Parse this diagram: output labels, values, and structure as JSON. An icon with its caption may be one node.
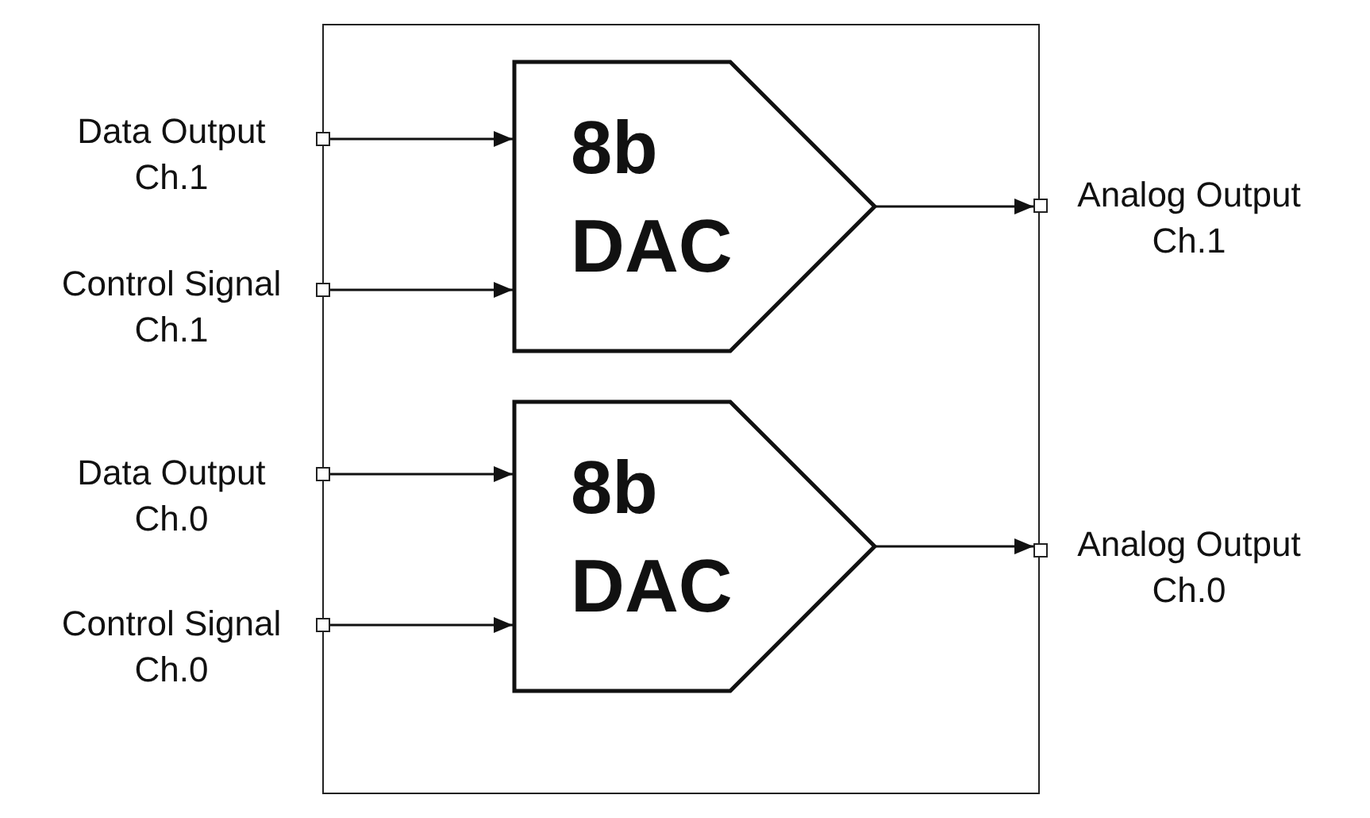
{
  "diagram": {
    "nodes": [
      {
        "text": [],
        "shape": "box"
      },
      {
        "text": [
          "Data Output Ch.1"
        ]
      },
      {
        "text": [
          "Control Signal Ch.1"
        ]
      },
      {
        "text": [
          "8b DAC"
        ],
        "in": 0
      },
      {
        "text": [
          "Analog Output Ch.1"
        ]
      },
      {
        "text": [
          "Data Output Ch.0"
        ]
      },
      {
        "text": [
          "Control Signal Ch.0"
        ]
      },
      {
        "text": [
          "8b DAC"
        ],
        "in": 0
      },
      {
        "text": [
          "Analog Output Ch.0"
        ]
      }
    ],
    "edges": [
      {
        "from": 1,
        "to": 3,
        "arrow": "to"
      },
      {
        "from": 2,
        "to": 3,
        "arrow": "to"
      },
      {
        "from": 3,
        "to": 4,
        "arrow": "to"
      },
      {
        "from": 5,
        "to": 7,
        "arrow": "to"
      },
      {
        "from": 6,
        "to": 7,
        "arrow": "to"
      },
      {
        "from": 7,
        "to": 8,
        "arrow": "to"
      }
    ]
  }
}
